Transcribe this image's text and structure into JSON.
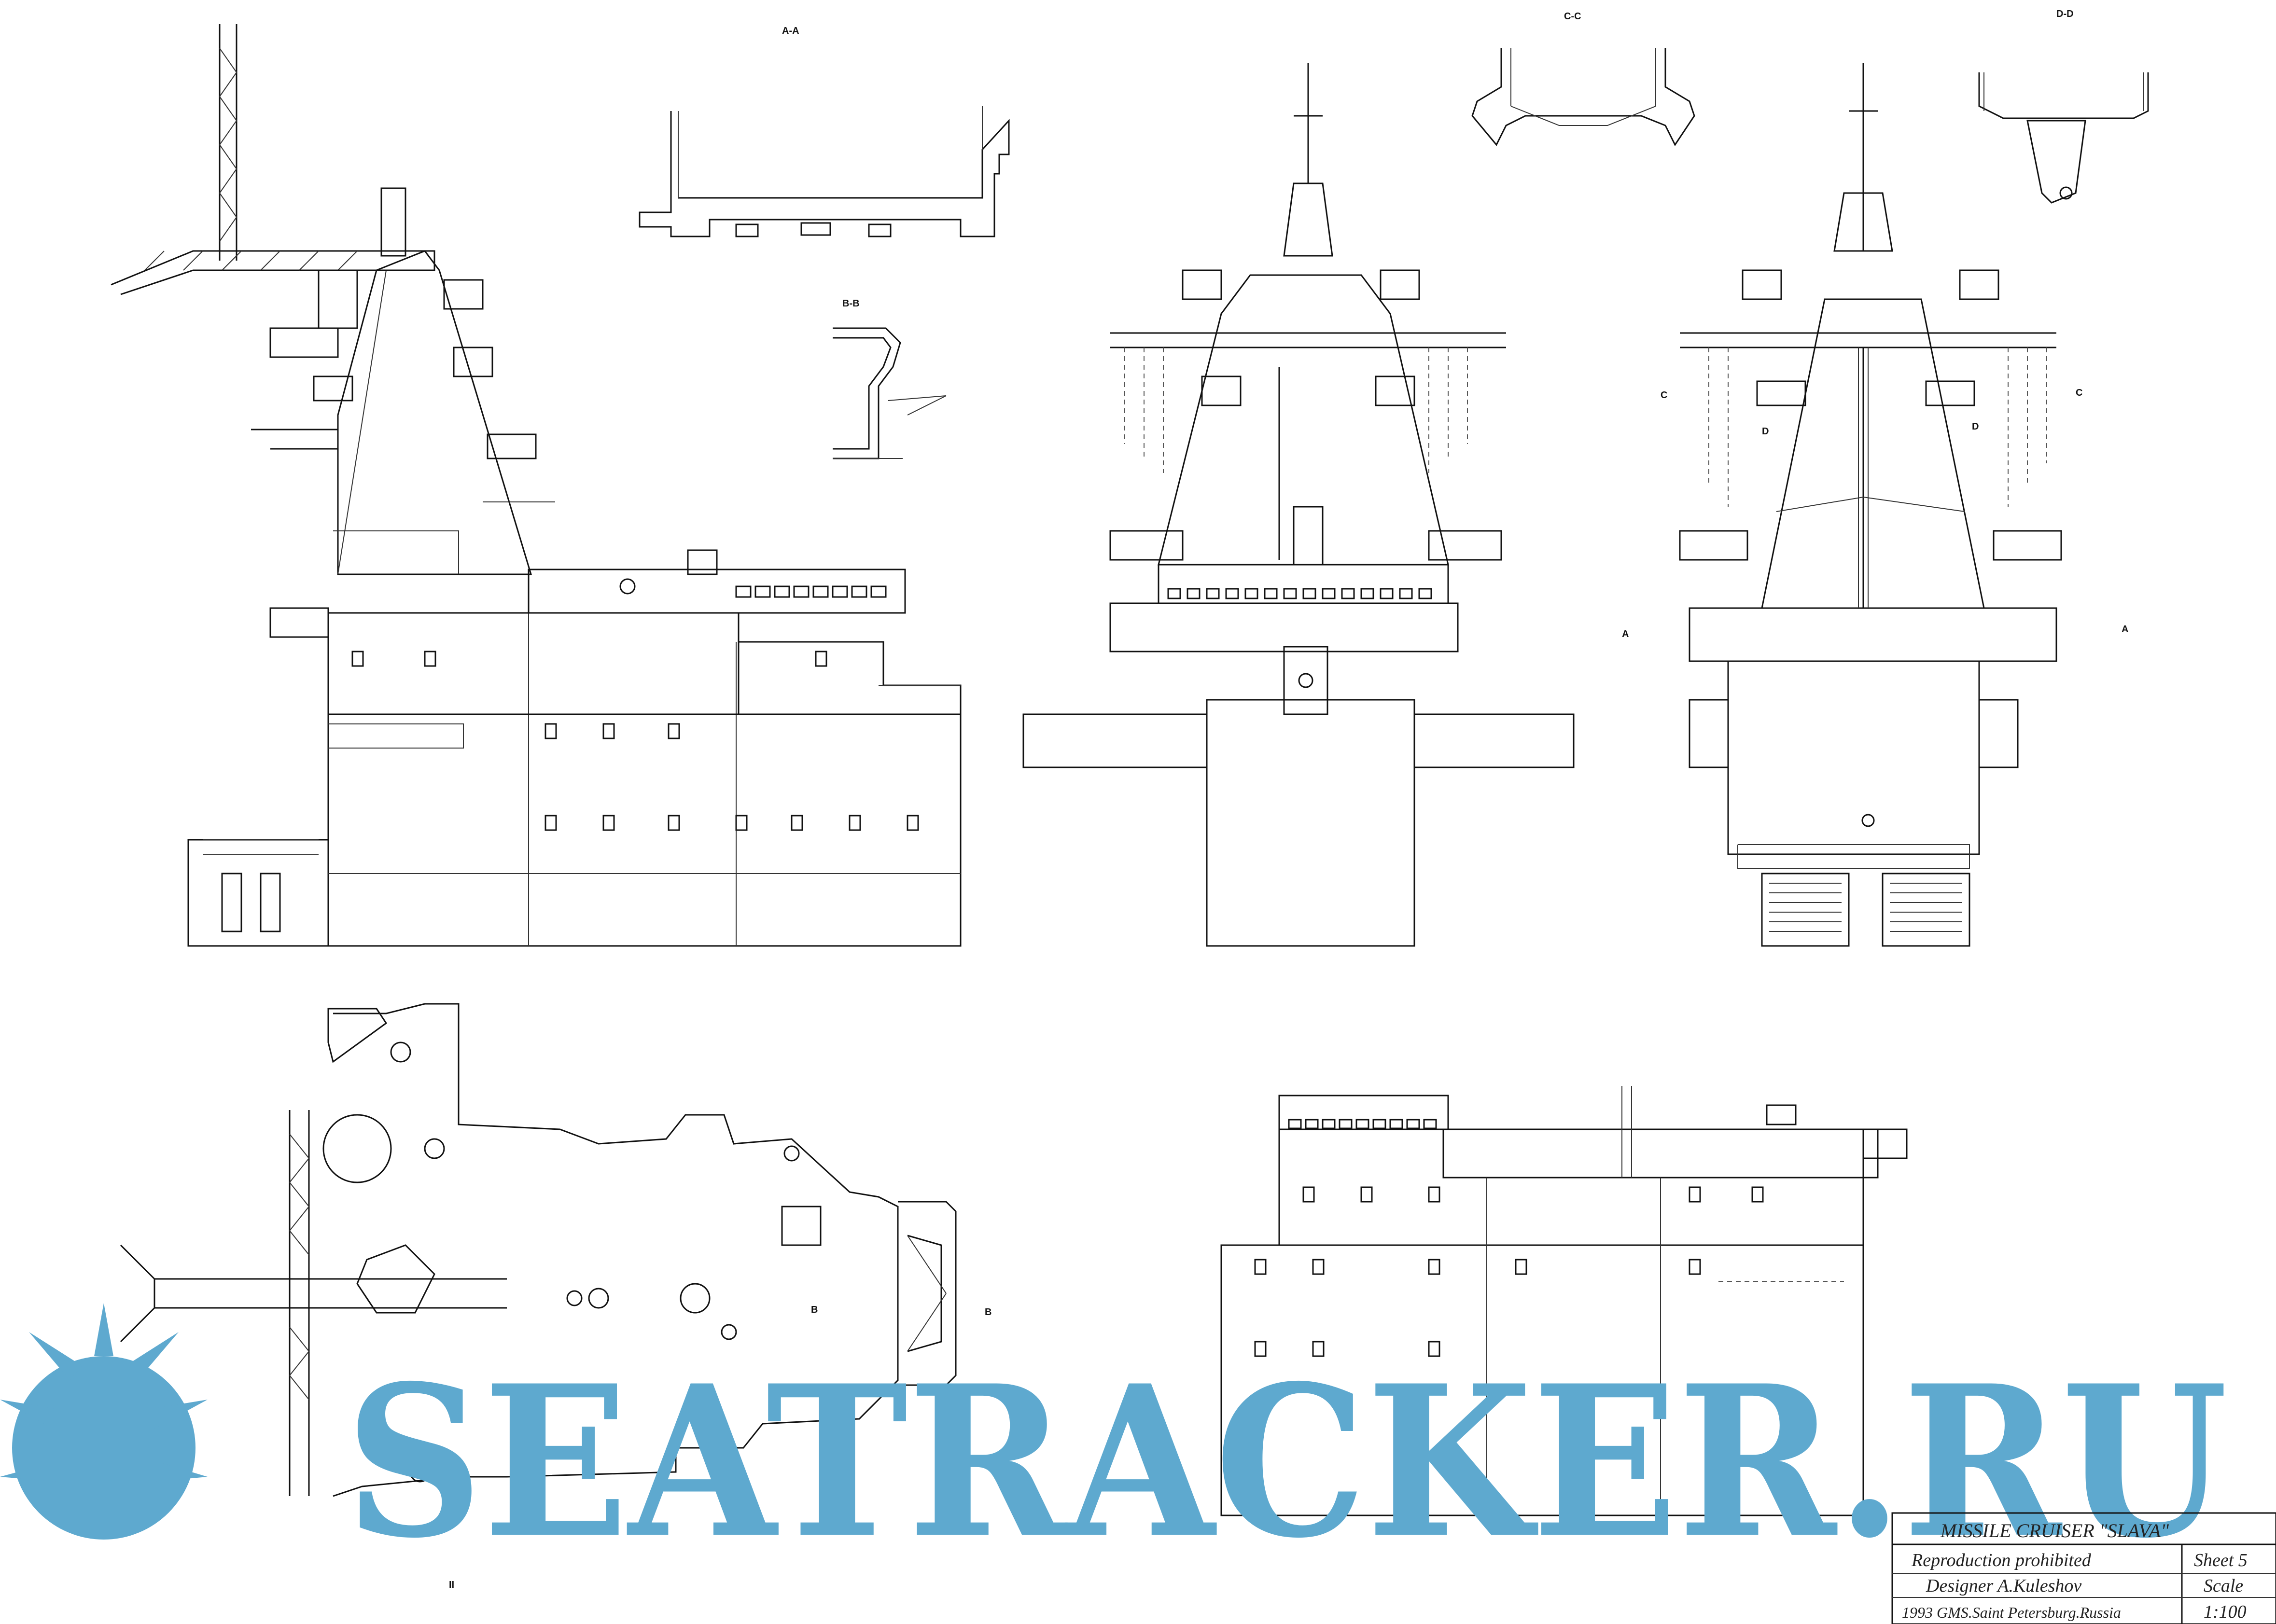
{
  "section_labels": {
    "aa": "A-A",
    "bb": "B-B",
    "cc": "C-C",
    "dd": "D-D",
    "cut_c_left": "C",
    "cut_c_right": "C",
    "cut_d_left": "D",
    "cut_d_right": "D",
    "cut_a_left": "A",
    "cut_a_right": "A",
    "cut_b_left": "B",
    "cut_b_right": "B",
    "cut_ii": "II"
  },
  "watermark": {
    "text": "SEATRACKER.RU",
    "color": "#5ea9cf"
  },
  "title_block": {
    "title": "MISSILE CRUISER \"SLAVA\"",
    "reproduction": "Reproduction prohibited",
    "designer": "Designer A.Kuleshov",
    "origin": "1993 GMS.Saint Petersburg.Russia",
    "sheet": "Sheet 5",
    "scale_label": "Scale",
    "scale_value": "1:100"
  }
}
